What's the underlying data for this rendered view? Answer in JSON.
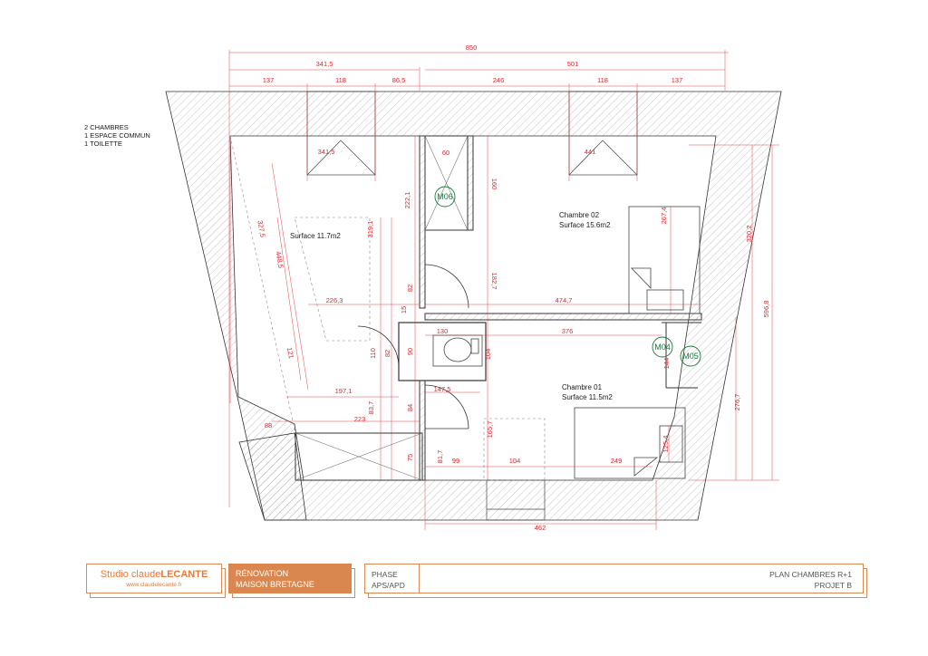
{
  "notes": [
    "2 CHAMBRES",
    "1 ESPACE COMMUN",
    "1 TOILETTE"
  ],
  "rooms": {
    "common_surface": "Surface 11.7m2",
    "room02_name": "Chambre 02",
    "room02_surface": "Surface 15.6m2",
    "room01_name": "Chambre 01",
    "room01_surface": "Surface 11.5m2"
  },
  "markers": {
    "m06": "M06",
    "m04": "M04",
    "m05": "M05"
  },
  "dimensions": {
    "d850": "850",
    "d341_5_top": "341,5",
    "d501": "501",
    "d137_left": "137",
    "d118_left": "118",
    "d86_5": "86,5",
    "d246": "246",
    "d118_right": "118",
    "d137_right": "137",
    "d341_5_win": "341,5",
    "d441": "441",
    "d60": "60",
    "d160": "160",
    "d222_1": "222,1",
    "d319_1": "319,1",
    "d327_5": "327,5",
    "d448_5": "448,5",
    "d267_4": "267,4",
    "d320_2": "320,2",
    "d596_8": "596,8",
    "d82_a": "82",
    "d182_7": "182,7",
    "d226_3": "226,3",
    "d474_7": "474,7",
    "d15": "15",
    "d130": "130",
    "d376": "376",
    "d110": "110",
    "d82_b": "82",
    "d90": "90",
    "d104_v": "104",
    "d121": "121",
    "d144": "144",
    "d197_1": "197,1",
    "d147_5": "147,5",
    "d83_7": "83,7",
    "d84": "84",
    "d223": "223",
    "d88": "88",
    "d165_7": "165,7",
    "d276_7": "276,7",
    "d125_4": "125,4",
    "d75": "75",
    "d81_7": "81,7",
    "d99": "99",
    "d104_h": "104",
    "d249": "249",
    "d462": "462"
  },
  "title_block": {
    "studio_prefix": "Studio claude",
    "studio_brand": "LECANTE",
    "website": "www.claudelecante.fr",
    "project_line1": "RÉNOVATION",
    "project_line2": "MAISON BRETAGNE",
    "phase_label": "PHASE",
    "phase_value": "APS/APD",
    "plan_title": "PLAN CHAMBRES R+1",
    "plan_variant": "PROJET B"
  },
  "colors": {
    "dimension": "#e0262b",
    "accent": "#d9874f",
    "marker": "#1a7a3a"
  }
}
